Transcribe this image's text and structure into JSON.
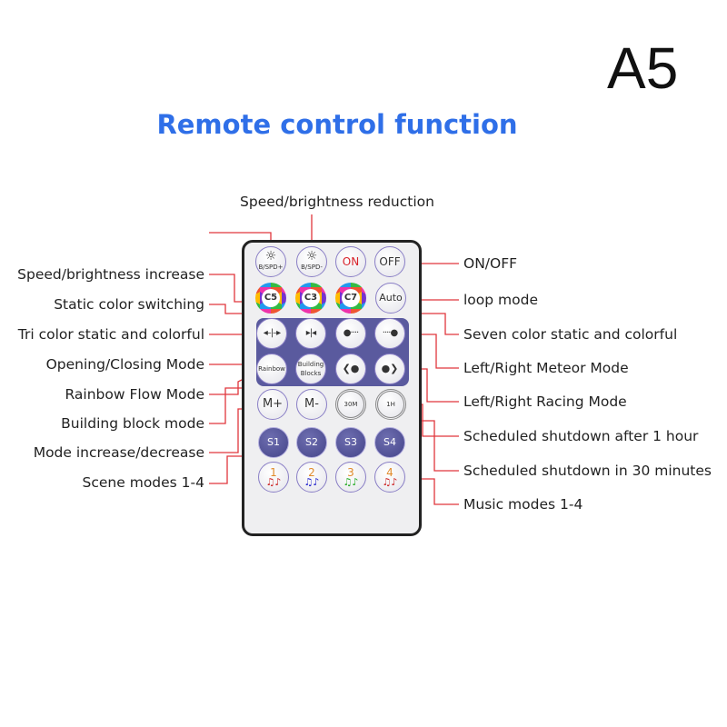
{
  "corner_code": "A5",
  "title": "Remote control function",
  "top_label": "Speed/brightness reduction",
  "left_labels": [
    "Speed/brightness increase",
    "Static color switching",
    "Tri color static and colorful",
    "Opening/Closing Mode",
    "Rainbow Flow Mode",
    "Building block mode",
    "Mode increase/decrease",
    "Scene modes 1-4"
  ],
  "right_labels": [
    "ON/OFF",
    "loop mode",
    "Seven color static and colorful",
    "Left/Right Meteor Mode",
    "Left/Right Racing Mode",
    "Scheduled shutdown after 1 hour",
    "Scheduled shutdown in 30 minutes",
    "Music modes 1-4"
  ],
  "remote": {
    "brightness_up": "B/SPD+",
    "brightness_down": "B/SPD-",
    "on": "ON",
    "off": "OFF",
    "c5": "C5",
    "c3": "C3",
    "c7": "C7",
    "auto": "Auto",
    "open": "◂–|–▸",
    "close": "▸|◂",
    "meteor_left": "●····",
    "meteor_right": "····●",
    "rainbow": "Rainbow",
    "building_blocks": "Building Blocks",
    "racing_left": "❮●",
    "racing_right": "●❯",
    "m_plus": "M+",
    "m_minus": "M-",
    "t30": "30M",
    "t1h": "1H",
    "scenes": [
      "S1",
      "S2",
      "S3",
      "S4"
    ],
    "music": [
      "1",
      "2",
      "3",
      "4"
    ],
    "music_note": "♫♪"
  },
  "colors": {
    "title": "#2f6fe8",
    "leader": "#e0363c",
    "panel": "#5a5a9e"
  }
}
